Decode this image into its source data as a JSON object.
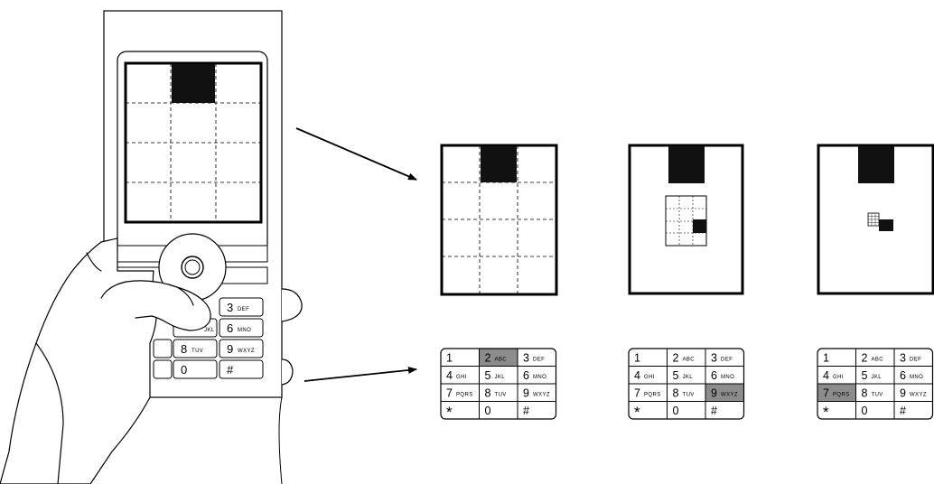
{
  "keypad": {
    "keys": [
      {
        "num": "1",
        "letters": ""
      },
      {
        "num": "2",
        "letters": "ABC"
      },
      {
        "num": "3",
        "letters": "DEF"
      },
      {
        "num": "4",
        "letters": "GHI"
      },
      {
        "num": "5",
        "letters": "JKL"
      },
      {
        "num": "6",
        "letters": "MNO"
      },
      {
        "num": "7",
        "letters": "PQRS"
      },
      {
        "num": "8",
        "letters": "TUV"
      },
      {
        "num": "9",
        "letters": "WXYZ"
      },
      {
        "num": "*",
        "letters": ""
      },
      {
        "num": "0",
        "letters": ""
      },
      {
        "num": "#",
        "letters": ""
      }
    ],
    "highlight_color": "#8c8c8c"
  },
  "phone_keys": {
    "key3": {
      "num": "3",
      "letters": "DEF"
    },
    "key6_letters": "JKL",
    "key6": {
      "num": "6",
      "letters": "MNO"
    },
    "key8": {
      "num": "8",
      "letters": "TUV"
    },
    "key9": {
      "num": "9",
      "letters": "WXYZ"
    },
    "key0": {
      "num": "0"
    },
    "key_hash": {
      "num": "#"
    }
  },
  "stages": [
    {
      "pressed_key": "2"
    },
    {
      "pressed_key": "9"
    },
    {
      "pressed_key": "7"
    }
  ],
  "colors": {
    "line": "#000000",
    "fill_dark": "#111111",
    "background": "#ffffff"
  }
}
